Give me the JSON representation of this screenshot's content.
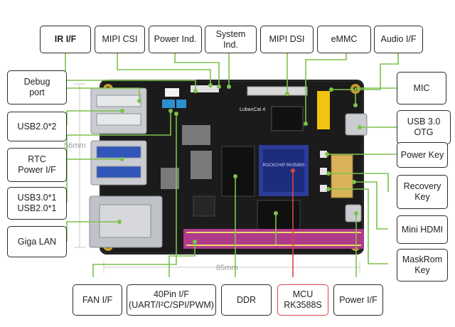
{
  "labels": {
    "ir": "IR I/F",
    "mipi_csi": "MIPI CSI",
    "power_ind": "Power Ind.",
    "system_ind": "System Ind.",
    "mipi_dsi": "MIPI DSI",
    "emmc": "eMMC",
    "audio": "Audio I/F",
    "debug": "Debug\nport",
    "usb2x2": "USB2.0*2",
    "rtc": "RTC\nPower I/F",
    "usb3_usb2": "USB3.0*1\nUSB2.0*1",
    "giga_lan": "Giga LAN",
    "mic": "MIC",
    "usb3_otg": "USB 3.0 OTG",
    "power_key": "Power Key",
    "recovery_key": "Recovery\nKey",
    "mini_hdmi": "Mini HDMI",
    "maskrom_key": "MaskRom\nKey",
    "fan": "FAN I/F",
    "pin40": "40Pin  I/F\n(UART/I²C/SPI/PWM)",
    "ddr": "DDR",
    "mcu": "MCU\nRK3588S",
    "power_if": "Power I/F"
  },
  "board": {
    "name": "LubanCat 4",
    "chip": "ROCKCHIP RK3588S",
    "height_dim": "56mm",
    "width_dim": "85mm"
  },
  "colors": {
    "leader": "#7dc24b",
    "pcb": "#1b1b1b",
    "mcu_border": "#d94545",
    "header": "#b03a8c"
  }
}
